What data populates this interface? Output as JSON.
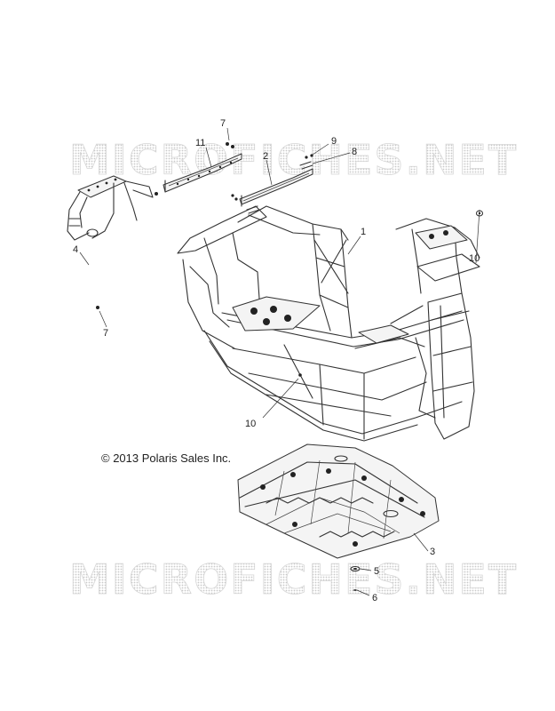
{
  "watermarks": [
    {
      "id": "top",
      "text": "MICROFICHES.NET"
    },
    {
      "id": "bottom",
      "text": "MICROFICHES.NET"
    }
  ],
  "copyright": "© 2013 Polaris Sales Inc.",
  "callouts": [
    {
      "id": "c7a",
      "label": "7"
    },
    {
      "id": "c11",
      "label": "11"
    },
    {
      "id": "c9",
      "label": "9"
    },
    {
      "id": "c2",
      "label": "2"
    },
    {
      "id": "c8",
      "label": "8"
    },
    {
      "id": "c1",
      "label": "1"
    },
    {
      "id": "c4",
      "label": "4"
    },
    {
      "id": "c10a",
      "label": "10"
    },
    {
      "id": "c7b",
      "label": "7"
    },
    {
      "id": "c10b",
      "label": "10"
    },
    {
      "id": "c3",
      "label": "3"
    },
    {
      "id": "c5",
      "label": "5"
    },
    {
      "id": "c6",
      "label": "6"
    }
  ]
}
